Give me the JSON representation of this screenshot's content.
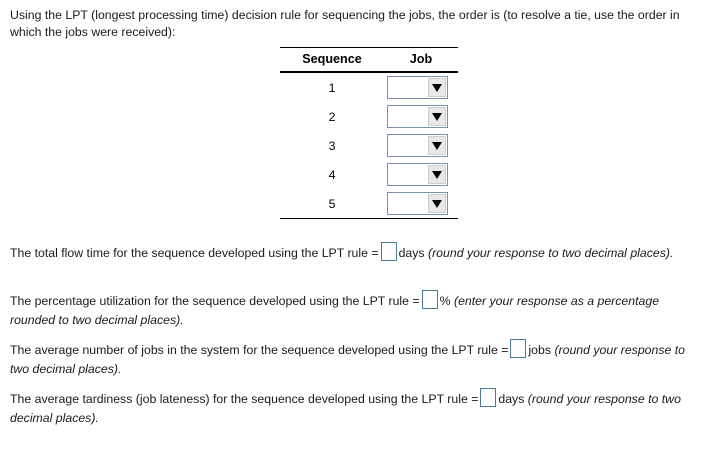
{
  "intro": {
    "text": "Using the LPT (longest processing time) decision rule for sequencing the jobs, the order is (to resolve a tie, use the order in which the jobs were received):"
  },
  "table": {
    "headers": {
      "sequence": "Sequence",
      "job": "Job"
    },
    "rows": [
      {
        "sequence": "1",
        "job_value": "",
        "dropdown_icon": "chevron-down-icon"
      },
      {
        "sequence": "2",
        "job_value": "",
        "dropdown_icon": "chevron-down-icon"
      },
      {
        "sequence": "3",
        "job_value": "",
        "dropdown_icon": "chevron-down-icon"
      },
      {
        "sequence": "4",
        "job_value": "",
        "dropdown_icon": "chevron-down-icon"
      },
      {
        "sequence": "5",
        "job_value": "",
        "dropdown_icon": "chevron-down-icon"
      }
    ]
  },
  "questions": [
    {
      "lead": "The total flow time for the sequence developed using the LPT rule =",
      "value": "",
      "unit": "days",
      "note_inline": "(round your response to two decimal",
      "note_wrap": "places)."
    },
    {
      "lead": "The percentage utilization for the sequence developed using the LPT rule =",
      "value": "",
      "unit": "%",
      "note_inline": "(enter your response as a percentage",
      "note_wrap": "rounded to two decimal places)."
    },
    {
      "lead": "The average number of jobs in the system for the sequence developed using the LPT rule =",
      "value": "",
      "unit": "jobs",
      "note_inline": "(round your",
      "note_wrap": "response to two decimal places)."
    },
    {
      "lead": "The average tardiness (job lateness) for the sequence developed using the LPT rule =",
      "value": "",
      "unit": "days",
      "note_inline": "(round your response to",
      "note_wrap": "two decimal places)."
    }
  ],
  "colors": {
    "dropdown_border": "#7b8fb5",
    "answer_box_border": "#4a7c96",
    "rule": "#000000",
    "text": "#1a1a1a"
  }
}
